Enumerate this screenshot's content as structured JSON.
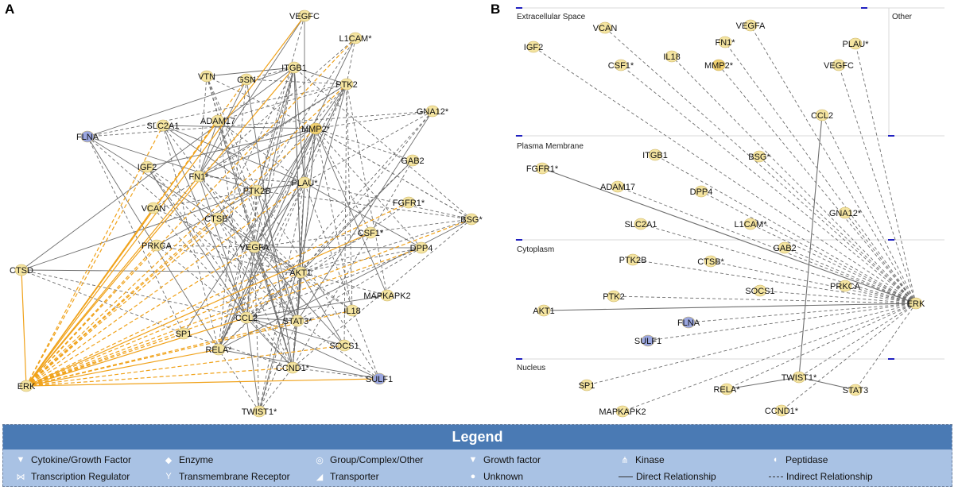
{
  "panels": {
    "a_label": "A",
    "b_label": "B"
  },
  "panel_a_nodes": [
    {
      "id": "VEGFC",
      "label": "VEGFC",
      "color": "#f4e4a0"
    },
    {
      "id": "L1CAM",
      "label": "L1CAM*",
      "color": "#f4e4a0"
    },
    {
      "id": "VTN",
      "label": "VTN",
      "color": "#f4e4a0"
    },
    {
      "id": "GSN",
      "label": "GSN",
      "color": "#f4e4a0"
    },
    {
      "id": "ITGB1",
      "label": "ITGB1",
      "color": "#f4e4a0"
    },
    {
      "id": "PTK2",
      "label": "PTK2",
      "color": "#f4e4a0"
    },
    {
      "id": "GNA12",
      "label": "GNA12*",
      "color": "#f4e4a0"
    },
    {
      "id": "FLNA",
      "label": "FLNA",
      "color": "#9aa6df"
    },
    {
      "id": "SLC2A1",
      "label": "SLC2A1",
      "color": "#f4e4a0"
    },
    {
      "id": "ADAM17",
      "label": "ADAM17",
      "color": "#f4e4a0"
    },
    {
      "id": "MMP2",
      "label": "MMP2*",
      "color": "#f0d070"
    },
    {
      "id": "GAB2",
      "label": "GAB2",
      "color": "#f4e4a0"
    },
    {
      "id": "IGF2",
      "label": "IGF2",
      "color": "#f4e4a0"
    },
    {
      "id": "FN1",
      "label": "FN1*",
      "color": "#f4e4a0"
    },
    {
      "id": "PTK2B",
      "label": "PTK2B",
      "color": "#f4e4a0"
    },
    {
      "id": "PLAU",
      "label": "PLAU*",
      "color": "#f4e4a0"
    },
    {
      "id": "FGFR1",
      "label": "FGFR1*",
      "color": "#f4e4a0"
    },
    {
      "id": "VCAN",
      "label": "VCAN",
      "color": "#f4e4a0"
    },
    {
      "id": "BSG",
      "label": "BSG*",
      "color": "#f4e4a0"
    },
    {
      "id": "CTSB",
      "label": "CTSB*",
      "color": "#f4e4a0"
    },
    {
      "id": "CSF1",
      "label": "CSF1*",
      "color": "#f4e4a0"
    },
    {
      "id": "PRKCA",
      "label": "PRKCA",
      "color": "#f4e4a0"
    },
    {
      "id": "VEGFA",
      "label": "VEGFA",
      "color": "#f4e4a0"
    },
    {
      "id": "DPP4",
      "label": "DPP4",
      "color": "#f4e4a0"
    },
    {
      "id": "CTSD",
      "label": "CTSD",
      "color": "#f4e4a0"
    },
    {
      "id": "AKT1",
      "label": "AKT1",
      "color": "#f4e4a0"
    },
    {
      "id": "MAPKAPK2",
      "label": "MAPKAPK2",
      "color": "#f4e4a0"
    },
    {
      "id": "IL18",
      "label": "IL18",
      "color": "#f4e4a0"
    },
    {
      "id": "CCL2",
      "label": "CCL2",
      "color": "#f4e4a0"
    },
    {
      "id": "STAT3",
      "label": "STAT3*",
      "color": "#f4e4a0"
    },
    {
      "id": "SP1",
      "label": "SP1",
      "color": "#f4e4a0"
    },
    {
      "id": "RELA",
      "label": "RELA*",
      "color": "#f4e4a0"
    },
    {
      "id": "SOCS1",
      "label": "SOCS1",
      "color": "#f4e4a0"
    },
    {
      "id": "CCND1",
      "label": "CCND1*",
      "color": "#f4e4a0"
    },
    {
      "id": "SULF1",
      "label": "SULF1",
      "color": "#9aa6df"
    },
    {
      "id": "ERK",
      "label": "ERK",
      "color": "#f4e4a0"
    },
    {
      "id": "TWIST1",
      "label": "TWIST1*",
      "color": "#f4e4a0"
    }
  ],
  "panel_b_locations": [
    "Extracellular Space",
    "Other",
    "Plasma Membrane",
    "Cytoplasm",
    "Nucleus"
  ],
  "panel_b_nodes": [
    {
      "id": "VCAN",
      "label": "VCAN",
      "color": "#f4e4a0"
    },
    {
      "id": "FN1",
      "label": "FN1*",
      "color": "#f4e4a0"
    },
    {
      "id": "VEGFA",
      "label": "VEGFA",
      "color": "#f4e4a0"
    },
    {
      "id": "PLAU",
      "label": "PLAU*",
      "color": "#f4e4a0"
    },
    {
      "id": "IGF2",
      "label": "IGF2",
      "color": "#f4e4a0"
    },
    {
      "id": "CSF1",
      "label": "CSF1*",
      "color": "#f4e4a0"
    },
    {
      "id": "IL18",
      "label": "IL18",
      "color": "#f4e4a0"
    },
    {
      "id": "MMP2",
      "label": "MMP2*",
      "color": "#f0d070"
    },
    {
      "id": "VEGFC",
      "label": "VEGFC",
      "color": "#f4e4a0"
    },
    {
      "id": "CCL2",
      "label": "CCL2",
      "color": "#f4e4a0"
    },
    {
      "id": "ITGB1",
      "label": "ITGB1",
      "color": "#f4e4a0"
    },
    {
      "id": "BSG",
      "label": "BSG*",
      "color": "#f4e4a0"
    },
    {
      "id": "FGFR1",
      "label": "FGFR1*",
      "color": "#f4e4a0"
    },
    {
      "id": "ADAM17",
      "label": "ADAM17",
      "color": "#f4e4a0"
    },
    {
      "id": "DPP4",
      "label": "DPP4",
      "color": "#f4e4a0"
    },
    {
      "id": "SLC2A1",
      "label": "SLC2A1",
      "color": "#f4e4a0"
    },
    {
      "id": "L1CAM",
      "label": "L1CAM*",
      "color": "#f4e4a0"
    },
    {
      "id": "GNA12",
      "label": "GNA12*",
      "color": "#f4e4a0"
    },
    {
      "id": "GAB2",
      "label": "GAB2",
      "color": "#f4e4a0"
    },
    {
      "id": "PTK2B",
      "label": "PTK2B",
      "color": "#f4e4a0"
    },
    {
      "id": "CTSB",
      "label": "CTSB*",
      "color": "#f4e4a0"
    },
    {
      "id": "PRKCA",
      "label": "PRKCA",
      "color": "#f4e4a0"
    },
    {
      "id": "SOCS1",
      "label": "SOCS1",
      "color": "#f4e4a0"
    },
    {
      "id": "PTK2",
      "label": "PTK2",
      "color": "#f4e4a0"
    },
    {
      "id": "AKT1",
      "label": "AKT1",
      "color": "#f4e4a0"
    },
    {
      "id": "FLNA",
      "label": "FLNA",
      "color": "#9aa6df"
    },
    {
      "id": "SULF1",
      "label": "SULF1",
      "color": "#9aa6df"
    },
    {
      "id": "ERK",
      "label": "ERK",
      "color": "#f4e4a0"
    },
    {
      "id": "SP1",
      "label": "SP1",
      "color": "#f4e4a0"
    },
    {
      "id": "RELA",
      "label": "RELA*",
      "color": "#f4e4a0"
    },
    {
      "id": "TWIST1",
      "label": "TWIST1*",
      "color": "#f4e4a0"
    },
    {
      "id": "STAT3",
      "label": "STAT3",
      "color": "#f4e4a0"
    },
    {
      "id": "MAPKAPK2",
      "label": "MAPKAPK2",
      "color": "#f4e4a0"
    },
    {
      "id": "CCND1",
      "label": "CCND1*",
      "color": "#f4e4a0"
    }
  ],
  "panel_b_edges_from_erk": {
    "direct": [
      "FGFR1",
      "AKT1"
    ],
    "indirect": [
      "VCAN",
      "FN1",
      "VEGFA",
      "PLAU",
      "IGF2",
      "CSF1",
      "IL18",
      "MMP2",
      "VEGFC",
      "CCL2",
      "ITGB1",
      "BSG",
      "ADAM17",
      "DPP4",
      "SLC2A1",
      "L1CAM",
      "GNA12",
      "GAB2",
      "PTK2B",
      "CTSB",
      "PRKCA",
      "SOCS1",
      "PTK2",
      "FLNA",
      "SULF1",
      "SP1",
      "RELA",
      "TWIST1",
      "STAT3",
      "MAPKAPK2",
      "CCND1"
    ]
  },
  "colors": {
    "node_fill": "#f4e4a0",
    "node_fill_dark": "#f0d070",
    "node_blue": "#9aa6df",
    "edge_grey": "#6e6e6e",
    "edge_orange": "#f0a21a",
    "legend_bg": "#a9c2e4",
    "legend_header": "#4a7ab4"
  },
  "legend": {
    "title": "Legend",
    "items": [
      {
        "icon": "cytokine-icon",
        "label": "Cytokine/Growth Factor"
      },
      {
        "icon": "enzyme-icon",
        "label": "Enzyme"
      },
      {
        "icon": "group-complex-icon",
        "label": "Group/Complex/Other"
      },
      {
        "icon": "growth-factor-icon",
        "label": "Growth factor"
      },
      {
        "icon": "kinase-icon",
        "label": "Kinase"
      },
      {
        "icon": "peptidase-icon",
        "label": "Peptidase"
      },
      {
        "icon": "transcription-regulator-icon",
        "label": "Transcription Regulator"
      },
      {
        "icon": "transmembrane-receptor-icon",
        "label": "Transmembrane Receptor"
      },
      {
        "icon": "transporter-icon",
        "label": "Transporter"
      },
      {
        "icon": "unknown-icon",
        "label": "Unknown"
      },
      {
        "icon": "direct-line-icon",
        "label": "Direct Relationship"
      },
      {
        "icon": "indirect-line-icon",
        "label": "Indirect Relationship"
      }
    ]
  }
}
